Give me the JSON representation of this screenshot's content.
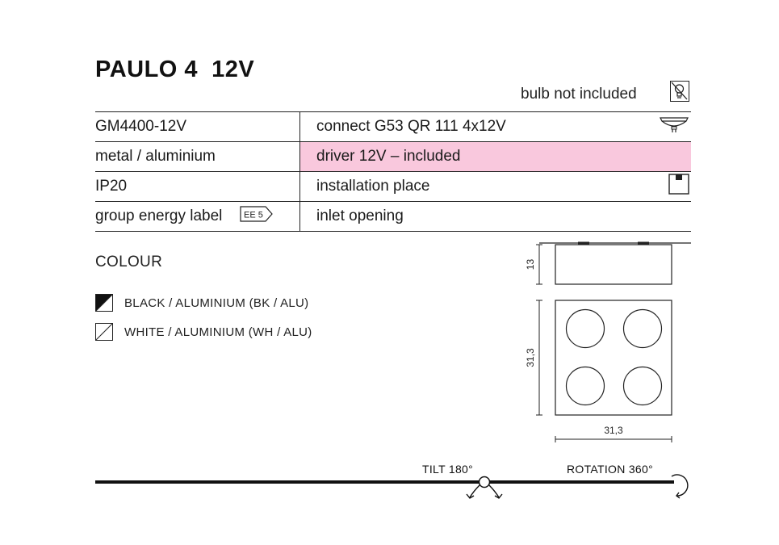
{
  "product": {
    "title": "PAULO 4  12V"
  },
  "bulb": {
    "note": "bulb not included",
    "icon": "bulb-crossed-icon"
  },
  "specs": [
    {
      "left": "GM4400-12V",
      "right": "connect G53 QR 111 4x12V",
      "icon": "g53-lamp-icon"
    },
    {
      "left": "metal / aluminium",
      "right": "driver 12V – included",
      "highlight": "#f9c8dd"
    },
    {
      "left": "IP20",
      "right": "installation place",
      "icon": "ceiling-mount-icon"
    },
    {
      "left": "group energy label",
      "badge": "EE 5",
      "right": "inlet opening"
    }
  ],
  "colour": {
    "heading": "COLOUR",
    "options": [
      {
        "label": "BLACK / ALUMINIUM (BK / ALU)",
        "icon": "black-aluminium-swatch"
      },
      {
        "label": "WHITE / ALUMINIUM (WH / ALU)",
        "icon": "white-aluminium-swatch"
      }
    ]
  },
  "dimensions": {
    "height": "13",
    "depth": "31,3",
    "width": "31,3"
  },
  "motion": {
    "tilt": "TILT 180°",
    "rotation": "ROTATION 360°"
  }
}
